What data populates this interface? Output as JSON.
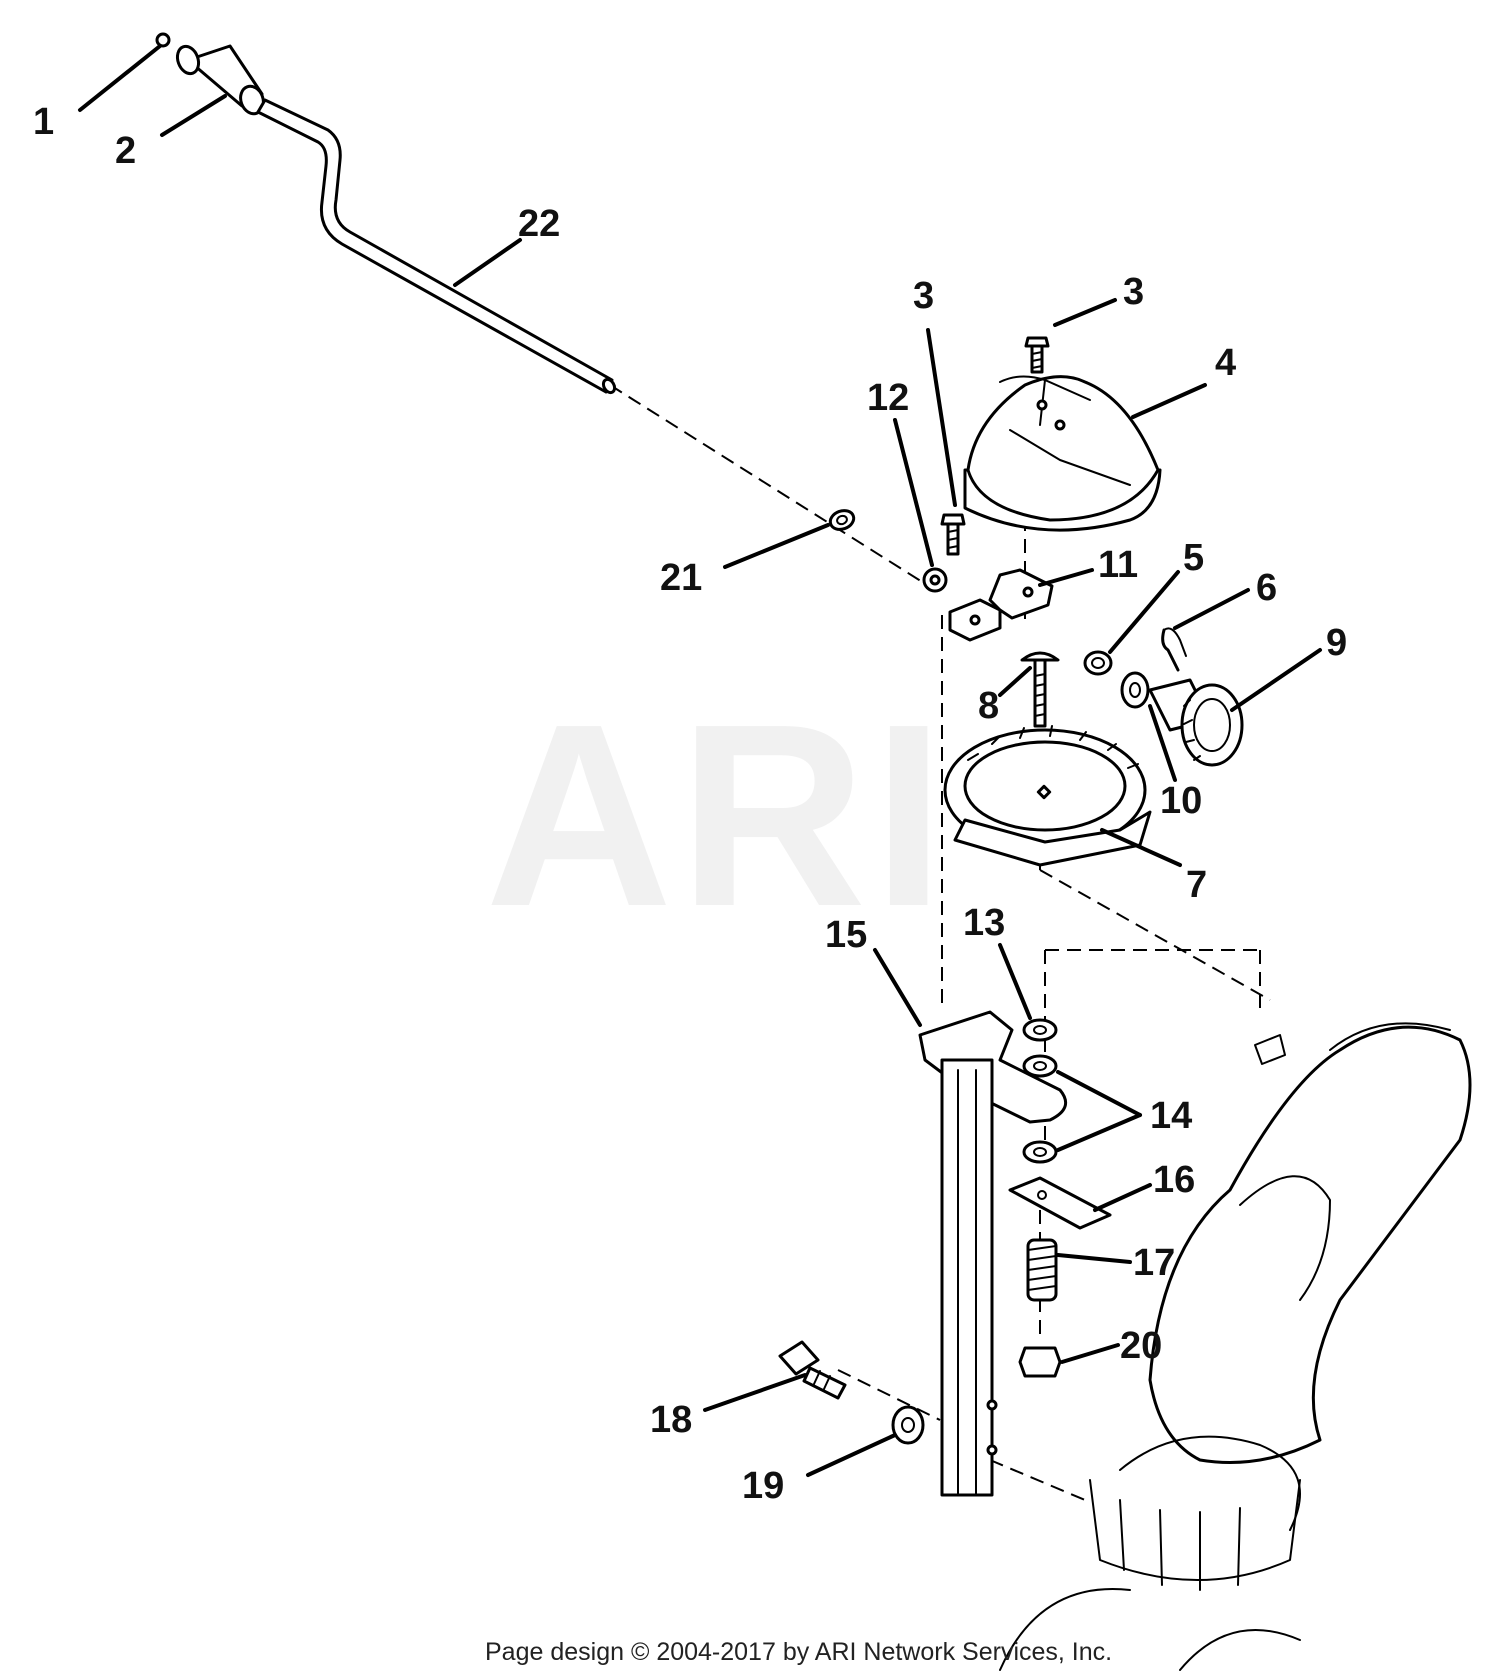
{
  "watermark": "ARI",
  "footer": "Page design © 2004-2017 by ARI Network Services, Inc.",
  "callouts": {
    "c1": "1",
    "c2": "2",
    "c3a": "3",
    "c3b": "3",
    "c4": "4",
    "c5": "5",
    "c6": "6",
    "c7": "7",
    "c8": "8",
    "c9": "9",
    "c10": "10",
    "c11": "11",
    "c12": "12",
    "c13": "13",
    "c14": "14",
    "c15": "15",
    "c16": "16",
    "c17": "17",
    "c18": "18",
    "c19": "19",
    "c20": "20",
    "c21": "21",
    "c22": "22"
  }
}
